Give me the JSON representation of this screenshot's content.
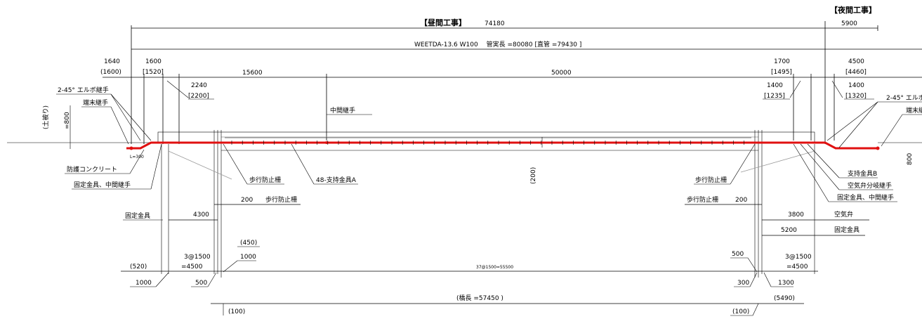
{
  "headers": {
    "day_work": "【昼間工事】",
    "day_length": "74180",
    "night_work": "【夜間工事】",
    "night_length": "5900"
  },
  "pipe_spec": "WEETDA-13.6 W100　 管実長 =80080 [直管 =79430 ]",
  "top_dims": {
    "d1640": "1640",
    "d1600b": "(1600)",
    "d1600": "1600",
    "d1520": "[1520]",
    "d2240": "2240",
    "d2200": "[2200]",
    "d15600": "15600",
    "d50000": "50000",
    "d1700": "1700",
    "d1495": "[1495]",
    "d1400a": "1400",
    "d1235": "[1235]",
    "d4500": "4500",
    "d4460": "[4460]",
    "d1400b": "1400",
    "d1320": "[1320]"
  },
  "labels": {
    "elbow_left": "2-45° エルボ継手",
    "end_joint_left": "端末継手",
    "cover": "(土被り)",
    "cover_val": "=800",
    "mid_joint": "中間継手",
    "elbow_right": "2-45° エルボ",
    "end_joint_right": "端末継",
    "small_note": "L=300",
    "protect": "防護コンクリート",
    "fix_mid_left": "固定金具、中間継手",
    "rail_left": "歩行防止柵",
    "support_a": "48-支持金具A",
    "rail_right": "歩行防止柵",
    "d200_v": "(200)",
    "support_b": "支持金具B",
    "air_branch": "空気弁分岐継手",
    "fix_mid_right": "固定金具、中間継手",
    "d800_v": "800",
    "fix_left": "固定金具",
    "d4300": "4300",
    "d200_mid": "200",
    "rail_mid": "歩行防止柵",
    "rail_mid_right": "歩行防止柵",
    "d200_r": "200",
    "d3800": "3800",
    "air_valve": "空気弁",
    "d5200": "5200",
    "fix_right": "固定金具",
    "d450": "(450)",
    "d1000m": "1000",
    "span_left": "3@1500",
    "span_left_total": "=4500",
    "d520": "(520)",
    "span_center": "37@1500=55500",
    "d500r": "500",
    "span_right": "3@1500",
    "span_right_total": "=4500",
    "d1000b": "1000",
    "d500b": "500",
    "d300": "300",
    "d1300": "1300",
    "bridge_len": "(橋長 =57450 )",
    "d5490": "(5490)",
    "d100l": "(100)",
    "d100r": "(100)"
  }
}
